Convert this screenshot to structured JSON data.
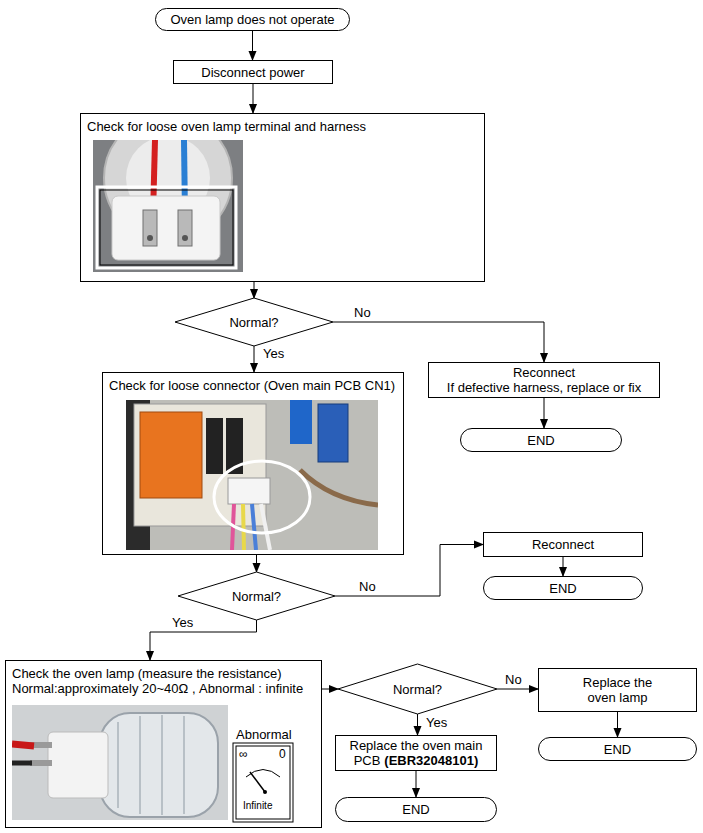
{
  "diagram": {
    "nodes": [
      {
        "text": [
          "Oven lamp does not operate"
        ]
      },
      {
        "text": [
          "Disconnect power"
        ]
      },
      {
        "text": [
          "Check for loose oven lamp terminal and harness"
        ]
      },
      {
        "text": [
          "Normal?"
        ]
      },
      {
        "text": [
          "Reconnect",
          "If defective harness, replace or fix"
        ]
      },
      {
        "text": [
          "END"
        ]
      },
      {
        "text": [
          "Check for loose connector (Oven main PCB CN1)"
        ]
      },
      {
        "text": [
          "Normal?"
        ]
      },
      {
        "text": [
          "Reconnect"
        ]
      },
      {
        "text": [
          "END"
        ]
      },
      {
        "text": [
          "Check the oven lamp (measure the resistance)",
          "Normal:approximately 20~40Ω , Abnormal : infinite"
        ]
      },
      {
        "text": [
          "Normal?"
        ]
      },
      {
        "text": [
          "Replace the oven lamp"
        ]
      },
      {
        "text": [
          "END"
        ]
      },
      {
        "text": [
          "Replace the oven main PCB",
          "(EBR32048101)"
        ]
      },
      {
        "text": [
          "END"
        ]
      }
    ],
    "edges": [
      {
        "from": 0,
        "to": 1,
        "arrow": "to"
      },
      {
        "from": 1,
        "to": 2,
        "arrow": "to"
      },
      {
        "from": 2,
        "to": 3,
        "arrow": "to"
      },
      {
        "from": 3,
        "to": 4,
        "label": "No",
        "arrow": "to"
      },
      {
        "from": 3,
        "to": 6,
        "label": "Yes",
        "arrow": "to"
      },
      {
        "from": 4,
        "to": 5,
        "arrow": "to"
      },
      {
        "from": 6,
        "to": 7,
        "arrow": "to"
      },
      {
        "from": 7,
        "to": 8,
        "label": "No",
        "arrow": "to"
      },
      {
        "from": 8,
        "to": 9,
        "arrow": "to"
      },
      {
        "from": 7,
        "to": 10,
        "label": "Yes",
        "arrow": "to"
      },
      {
        "from": 10,
        "to": 11,
        "arrow": "to"
      },
      {
        "from": 11,
        "to": 12,
        "label": "No",
        "arrow": "to"
      },
      {
        "from": 11,
        "to": 14,
        "label": "Yes",
        "arrow": "to"
      },
      {
        "from": 12,
        "to": 13,
        "arrow": "to"
      },
      {
        "from": 14,
        "to": 15,
        "arrow": "to"
      }
    ],
    "labels": [
      "Abnormal",
      "∞",
      "0",
      "Infinite"
    ]
  }
}
